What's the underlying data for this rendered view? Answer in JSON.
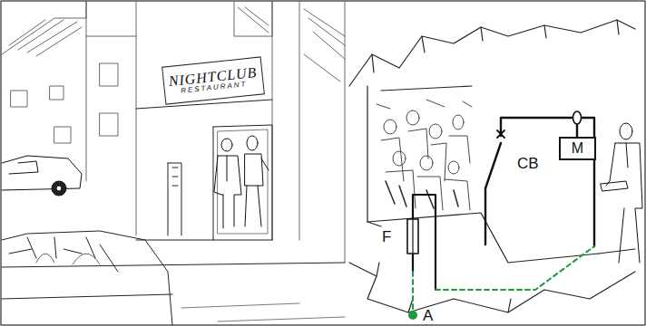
{
  "diagram": {
    "nodes": [
      {
        "text": [
          "NIGHTCLUB",
          "RESTAURANT"
        ]
      },
      {
        "text": [
          "M"
        ]
      }
    ],
    "labels": [
      "F",
      "CB",
      "A"
    ]
  }
}
